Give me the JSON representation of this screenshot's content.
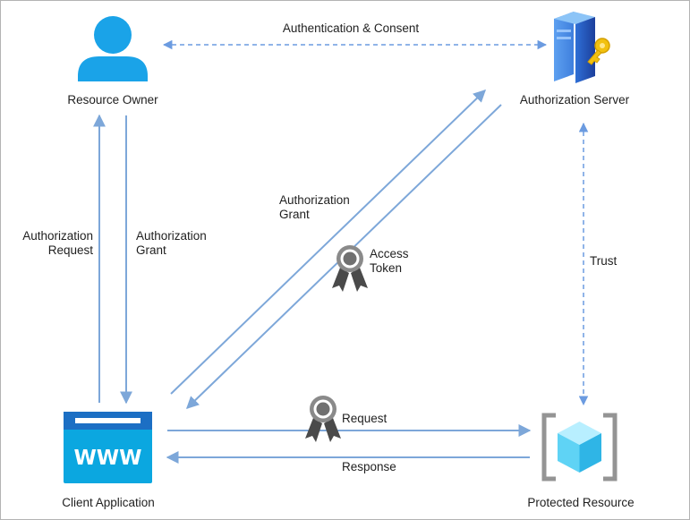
{
  "nodes": {
    "resource_owner": {
      "label": "Resource Owner",
      "icon": "user-icon",
      "color": "#1aa3e8"
    },
    "authorization_server": {
      "label": "Authorization Server",
      "icon": "server-key-icon",
      "color": "#1e3f9a"
    },
    "client_application": {
      "label": "Client Application",
      "icon": "www-browser-icon",
      "color": "#0ba7e0"
    },
    "protected_resource": {
      "label": "Protected Resource",
      "icon": "resource-cube-icon",
      "color": "#5fd3f5"
    }
  },
  "edges": {
    "auth_consent": "Authentication & Consent",
    "authorization_request": "Authorization\nRequest",
    "authorization_grant_owner": "Authorization\nGrant",
    "authorization_grant_server": "Authorization\nGrant",
    "access_token": "Access\nToken",
    "trust": "Trust",
    "request": "Request",
    "response": "Response"
  },
  "icons": {
    "token": "award-ribbon-icon"
  },
  "colors": {
    "arrow": "#7da7d9",
    "dashed_arrow": "#6b9be0",
    "text": "#1f1f1f"
  }
}
